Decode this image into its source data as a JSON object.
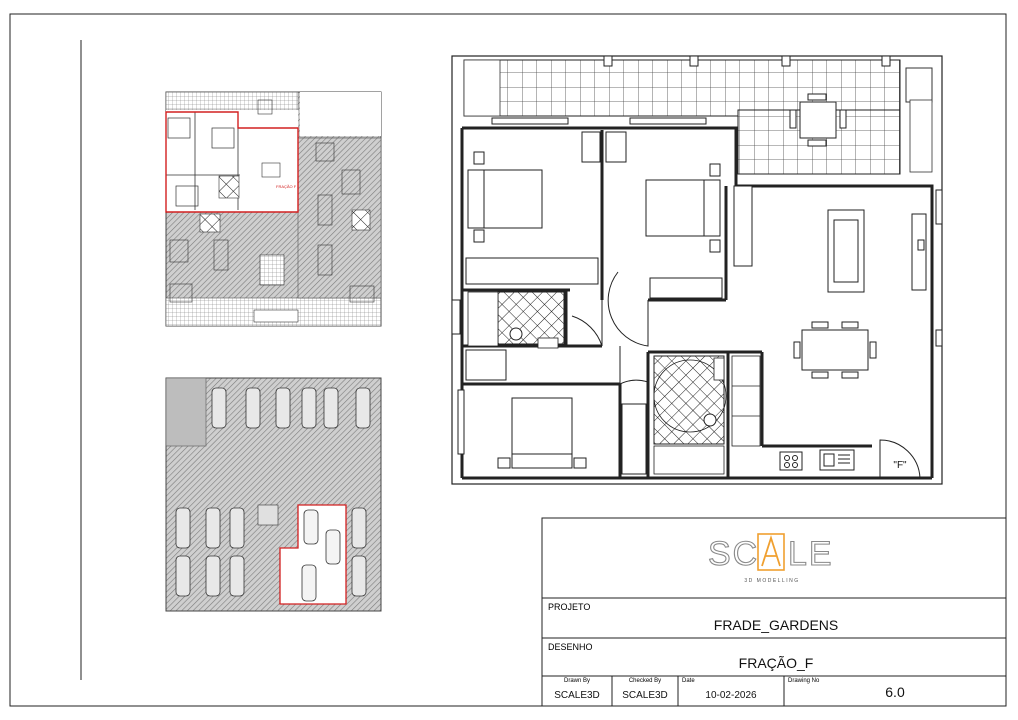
{
  "title_block": {
    "logo_text": "SCALE",
    "logo_sub": "3D MODELLING",
    "projeto_label": "PROJETO",
    "projeto_value": "FRADE_GARDENS",
    "desenho_label": "DESENHO",
    "desenho_value": "FRAÇÃO_F",
    "drawn_by_label": "Drawn By",
    "drawn_by_value": "SCALE3D",
    "checked_by_label": "Checked By",
    "checked_by_value": "SCALE3D",
    "date_label": "Date",
    "date_value": "10-02-2026",
    "drawing_no_label": "Drawing No",
    "drawing_no_value": "6.0"
  },
  "plan": {
    "unit_label": "\"F\"",
    "key_label": "FRAÇÃO F"
  },
  "colors": {
    "line": "#222222",
    "hatch": "#8c8c8c",
    "highlight": "#d22020",
    "logo_accent": "#f0a030",
    "logo_gray": "#8a8a8a"
  }
}
